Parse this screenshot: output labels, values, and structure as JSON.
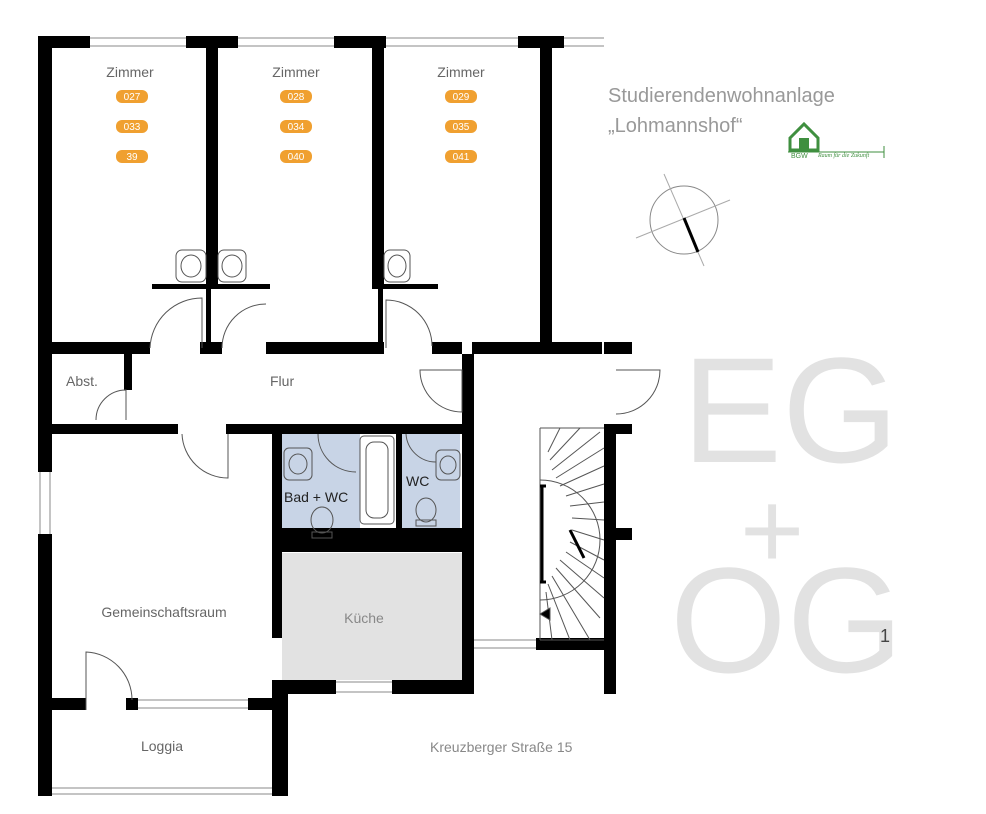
{
  "rooms": {
    "zimmer1": {
      "label": "Zimmer",
      "numbers": [
        "027",
        "033",
        "39"
      ]
    },
    "zimmer2": {
      "label": "Zimmer",
      "numbers": [
        "028",
        "034",
        "040"
      ]
    },
    "zimmer3": {
      "label": "Zimmer",
      "numbers": [
        "029",
        "035",
        "041"
      ]
    },
    "abst": "Abst.",
    "flur": "Flur",
    "bad": "Bad + WC",
    "wc": "WC",
    "gemeinschaftsraum": "Gemeinschaftsraum",
    "kueche": "Küche",
    "loggia": "Loggia"
  },
  "header": {
    "title_line1": "Studierendenwohnanlage",
    "title_line2": "„Lohmannshof“",
    "logo_text": "BGW",
    "logo_slogan": "Raum für die Zukunft"
  },
  "address": "Kreuzberger Straße 15",
  "floor": {
    "line1": "EG",
    "plus": "+",
    "line2": "OG",
    "number": "1"
  },
  "colors": {
    "badge": "#f0a030",
    "wet_room": "#c8d4e6",
    "kitchen": "#e2e2e2",
    "floor_text": "#e2e2e2",
    "logo_green": "#3f8f3f"
  }
}
